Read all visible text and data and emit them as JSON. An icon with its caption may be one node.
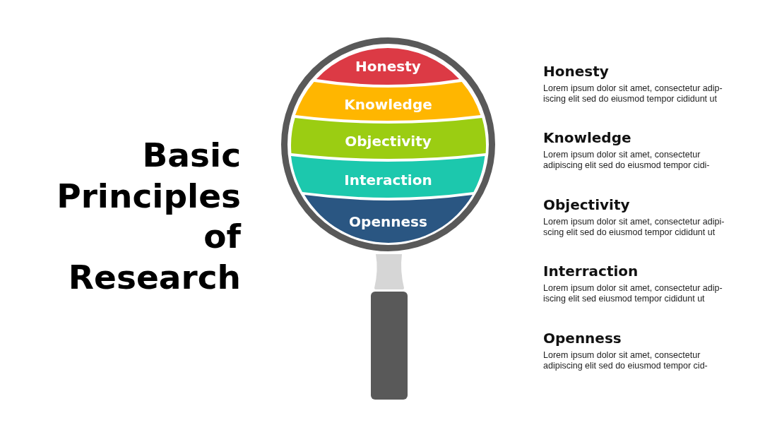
{
  "diagram": {
    "title": "Basic Principles of Research",
    "nodes": [
      {
        "text": [],
        "shape": "circle"
      },
      {
        "text": [
          "Honesty"
        ],
        "in": 0
      },
      {
        "text": [
          "Knowledge"
        ],
        "in": 0
      },
      {
        "text": [
          "Objectivity"
        ],
        "in": 0
      },
      {
        "text": [
          "Interaction"
        ],
        "in": 0
      },
      {
        "text": [
          "Openness"
        ],
        "in": 0
      }
    ],
    "labels": [
      "Honesty",
      "Lorem ipsum dolor sit amet, consectetur adip- iscing elit sed do eiusmod tempor cididunt ut",
      "Knowledge",
      "Lorem ipsum dolor sit amet, consectetur adipiscing elit sed do eiusmod tempor cidi-",
      "Objectivity",
      "Lorem ipsum dolor sit amet, consectetur adipi- scing elit sed do eiusmod tempor cididunt ut",
      "Interraction",
      "Lorem ipsum dolor sit amet, consectetur adip- iscing elit sed eiusmod tempor cididunt ut",
      "Openness",
      "Lorem ipsum dolor sit amet, consectetur adipiscing elit sed do eiusmod tempor cid-"
    ]
  }
}
